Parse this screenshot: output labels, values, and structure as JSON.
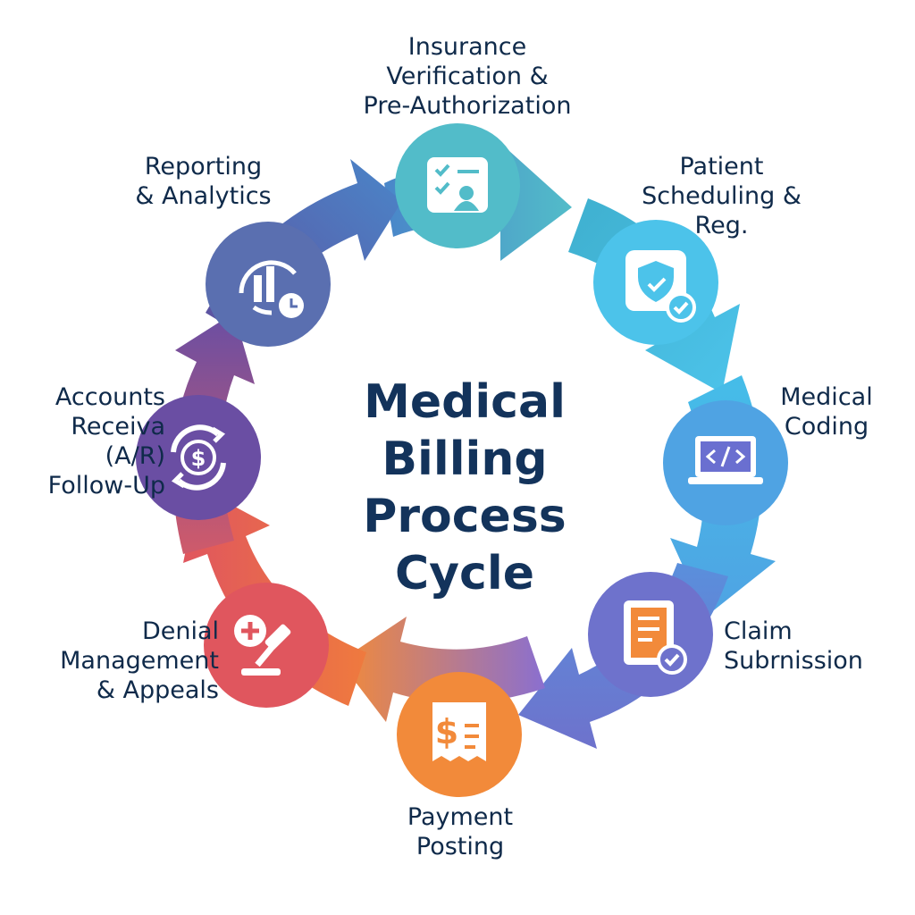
{
  "title": [
    "Medical",
    "Billing",
    "Process",
    "Cycle"
  ],
  "steps": [
    {
      "label": [
        "Insurance",
        "Verification &",
        "Pre-Authorization"
      ],
      "icon": "checklist-id-card-icon",
      "color": "#52bcc9"
    },
    {
      "label": [
        "Patient",
        "Scheduling &",
        "Reg."
      ],
      "icon": "shield-check-icon",
      "color": "#4cc3ea"
    },
    {
      "label": [
        "Medical",
        "Coding"
      ],
      "icon": "laptop-code-icon",
      "color": "#4fa3e3"
    },
    {
      "label": [
        "Claim",
        "Subrnission"
      ],
      "icon": "document-check-icon",
      "color": "#6e72cc"
    },
    {
      "label": [
        "Payment",
        "Posting"
      ],
      "icon": "dollar-receipt-icon",
      "color": "#f28a3a"
    },
    {
      "label": [
        "Denial",
        "Management",
        "& Appeals"
      ],
      "icon": "gavel-plus-icon",
      "color": "#e0565e"
    },
    {
      "label": [
        "Accounts",
        "Receiva",
        "(A/R)",
        "Follow-Up"
      ],
      "icon": "dollar-cycle-icon",
      "color": "#6a4ea3"
    },
    {
      "label": [
        "Reporting",
        "& Analytics"
      ],
      "icon": "bar-chart-clock-icon",
      "color": "#5a6fb0"
    }
  ]
}
